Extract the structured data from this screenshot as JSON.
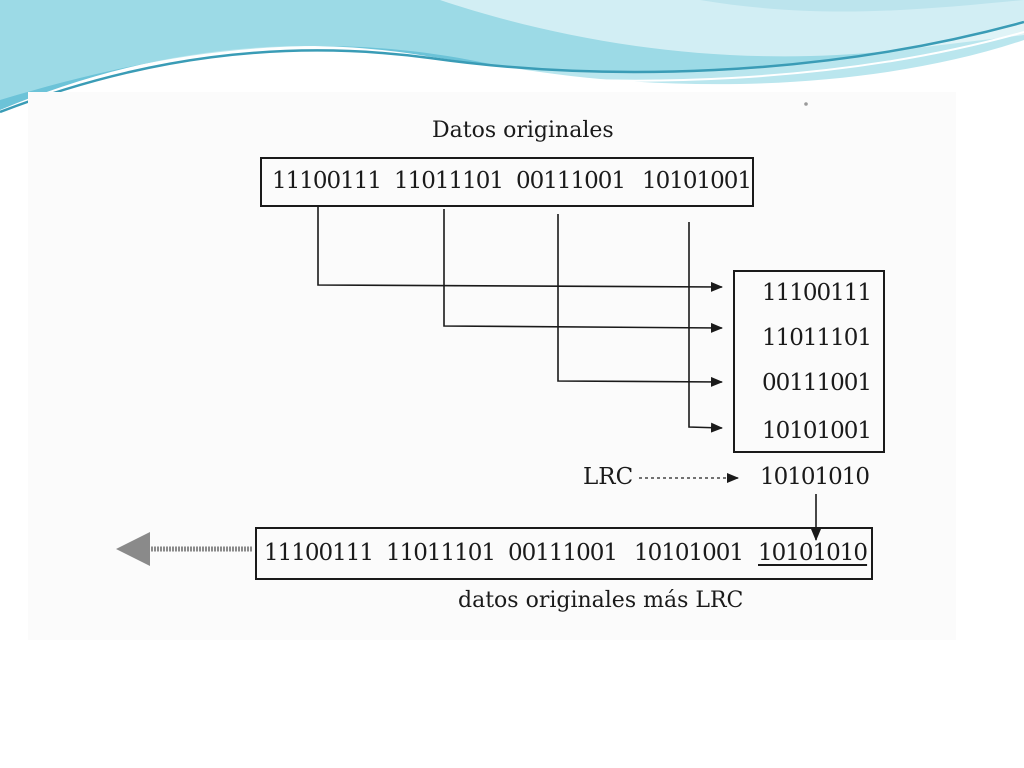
{
  "diagram": {
    "title": "Datos originales",
    "original_blocks": [
      "11100111",
      "11011101",
      "00111001",
      "10101001"
    ],
    "stacked_blocks": [
      "11100111",
      "11011101",
      "00111001",
      "10101001"
    ],
    "lrc_label": "LRC",
    "lrc_value": "10101010",
    "transmitted_blocks": [
      "11100111",
      "11011101",
      "00111001",
      "10101001",
      "10101010"
    ],
    "caption": "datos originales más LRC"
  },
  "colors": {
    "wave_dark": "#4fb0c8",
    "wave_light": "#a9e0ea",
    "ink": "#1a1a1a",
    "gray_arrow": "#8a8a8a"
  }
}
